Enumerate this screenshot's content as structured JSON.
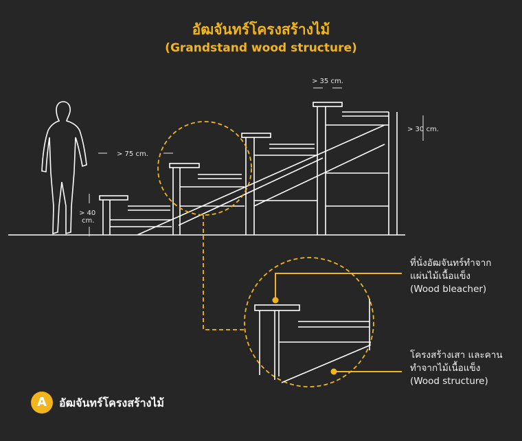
{
  "title_th": "อัฒจันทร์โครงสร้างไม้",
  "title_en": "(Grandstand wood structure)",
  "dimensions": {
    "width_top": "> 35 cm.",
    "riser_right": "> 30 cm.",
    "tread_depth": "> 75 cm.",
    "first_step_line1": "> 40",
    "first_step_line2": "cm."
  },
  "callouts": {
    "bleacher": "ที่นั่งอัฒจันทร์ทำจาก\nแผ่นไม้เนื้อแข็ง\n(Wood bleacher)",
    "structure": "โครงสร้างเสา และคาน\nทำจากไม้เนื้อแข็ง\n(Wood structure)"
  },
  "badge": {
    "letter": "A",
    "caption": "อัฒจันทร์โครงสร้างไม้"
  },
  "colors": {
    "accent": "#f2b51c",
    "line": "#ffffff",
    "background": "#262626"
  }
}
